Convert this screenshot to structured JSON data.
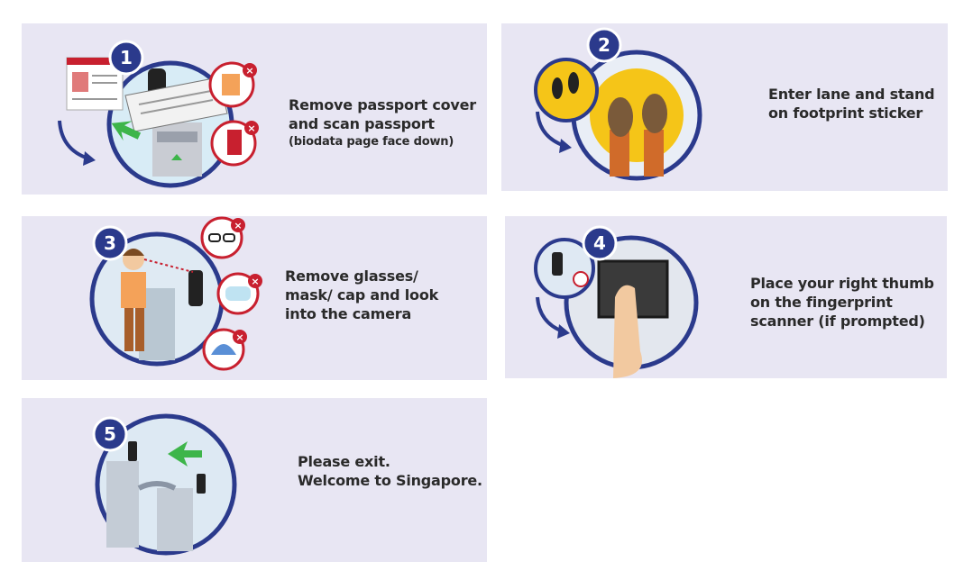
{
  "steps": [
    {
      "number": "1",
      "lines": [
        "Remove passport cover",
        "and scan passport"
      ],
      "note": "(biodata page face down)"
    },
    {
      "number": "2",
      "lines": [
        "Enter lane and stand",
        "on footprint sticker"
      ]
    },
    {
      "number": "3",
      "lines": [
        "Remove glasses/",
        "mask/ cap and look",
        "into the camera"
      ]
    },
    {
      "number": "4",
      "line1_prefix": "Place your ",
      "line1_emphasis": "right thumb",
      "lines": [
        "on the fingerprint",
        "scanner (if prompted)"
      ]
    },
    {
      "number": "5",
      "lines": [
        "Please exit.",
        "Welcome to Singapore."
      ]
    }
  ],
  "colors": {
    "card_bg": "#e8e6f3",
    "navy": "#2b3a8c",
    "badge_red": "#c8202f",
    "green_arrow": "#3db54a",
    "footprint_yellow": "#f5c518"
  }
}
